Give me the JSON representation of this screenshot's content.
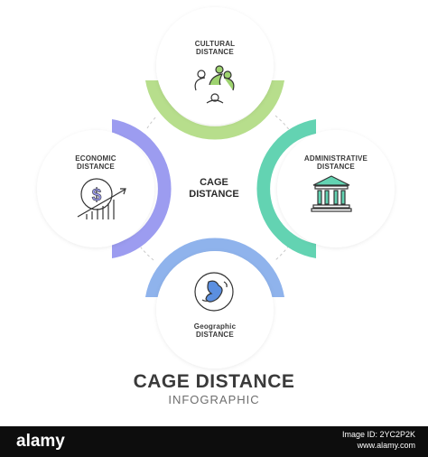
{
  "center": {
    "line1": "CAGE",
    "line2": "DISTANCE"
  },
  "nodes": {
    "cultural": {
      "line1": "CULTURAL",
      "line2": "DISTANCE",
      "icon": "people-circle-icon",
      "color": "#b7de8c"
    },
    "administrative": {
      "line1": "ADMINISTRATIVE",
      "line2": "DISTANCE",
      "icon": "government-building-icon",
      "color": "#63d3b2"
    },
    "geographic": {
      "line1": "Geographic",
      "line2": "DISTANCE",
      "icon": "globe-icon",
      "color": "#8fb3ec"
    },
    "economic": {
      "line1": "ECONOMIC",
      "line2": "DISTANCE",
      "icon": "dollar-growth-icon",
      "color": "#9c9cf0"
    }
  },
  "title": "CAGE DISTANCE",
  "subtitle": "INFOGRAPHIC",
  "footer": {
    "brand": "alamy",
    "image_id_line1": "Image ID: 2YC2P2K",
    "image_id_line2": "www.alamy.com"
  }
}
